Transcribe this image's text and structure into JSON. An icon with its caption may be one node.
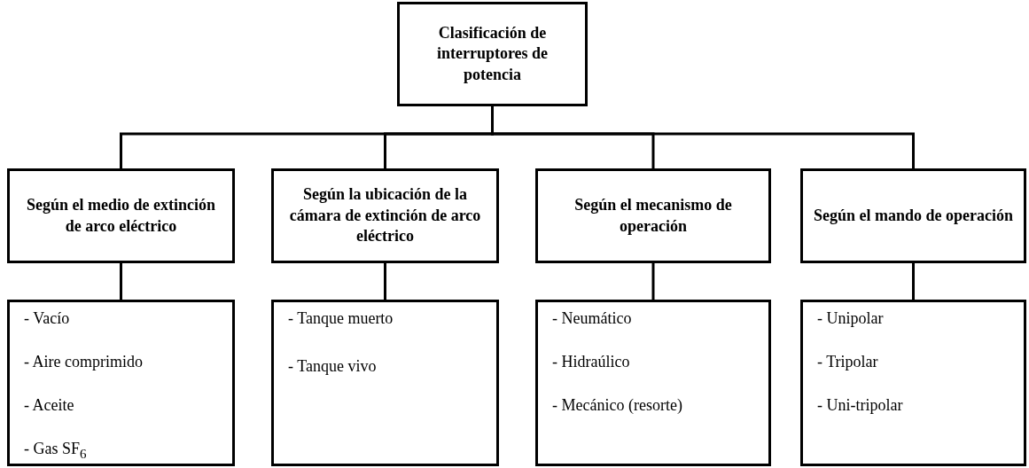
{
  "diagram": {
    "nodes": [
      {
        "text": [
          "Clasificación de interruptores de potencia"
        ]
      },
      {
        "text": [
          "Según el medio de extinción de arco eléctrico"
        ]
      },
      {
        "text": [
          "Según la ubicación de la cámara de extinción de arco eléctrico"
        ]
      },
      {
        "text": [
          "Según el mecanismo de operación"
        ]
      },
      {
        "text": [
          "Según el mando de operación"
        ]
      },
      {
        "text": [
          "- Vacío",
          "- Aire comprimido",
          "- Aceite",
          "- Gas SF$_{6}$"
        ]
      },
      {
        "text": [
          "- Tanque muerto",
          "- Tanque vivo"
        ]
      },
      {
        "text": [
          "- Neumático",
          "- Hidraúlico",
          "- Mecánico (resorte)"
        ]
      },
      {
        "text": [
          "- Unipolar",
          "- Tripolar",
          "- Uni-tripolar"
        ]
      }
    ],
    "edges": [
      {
        "from": 0,
        "to": 1,
        "arrow": "none"
      },
      {
        "from": 0,
        "to": 2,
        "arrow": "none"
      },
      {
        "from": 0,
        "to": 3,
        "arrow": "none"
      },
      {
        "from": 0,
        "to": 4,
        "arrow": "none"
      },
      {
        "from": 1,
        "to": 5,
        "arrow": "none"
      },
      {
        "from": 2,
        "to": 6,
        "arrow": "none"
      },
      {
        "from": 3,
        "to": 7,
        "arrow": "none"
      },
      {
        "from": 4,
        "to": 8,
        "arrow": "none"
      }
    ]
  }
}
